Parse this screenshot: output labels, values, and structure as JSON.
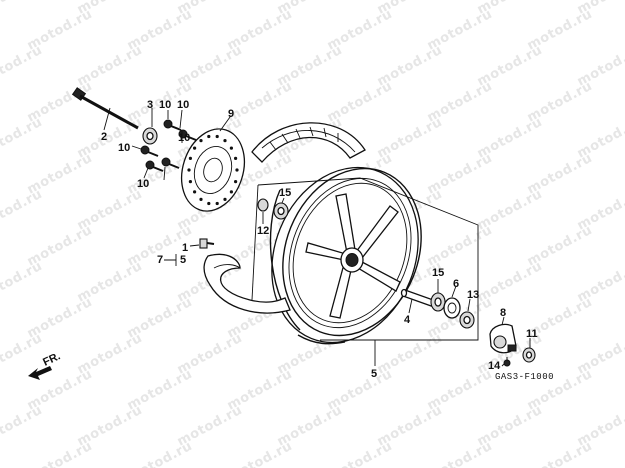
{
  "watermark": {
    "text": "motod.ru"
  },
  "diagram_code": "GAS3-F1000",
  "direction": {
    "label": "FR.",
    "icon": "arrow-down-left-icon"
  },
  "callouts": {
    "c1": "1",
    "c2": "2",
    "c3": "3",
    "c4": "4",
    "c5a": "5",
    "c5b": "5",
    "c6": "6",
    "c7": "7",
    "c8": "8",
    "c9": "9",
    "c10a": "10",
    "c10b": "10",
    "c10c": "10",
    "c10d": "10",
    "c10e": "10",
    "c11": "11",
    "c12": "12",
    "c13": "13",
    "c14": "14",
    "c15a": "15",
    "c15b": "15"
  }
}
